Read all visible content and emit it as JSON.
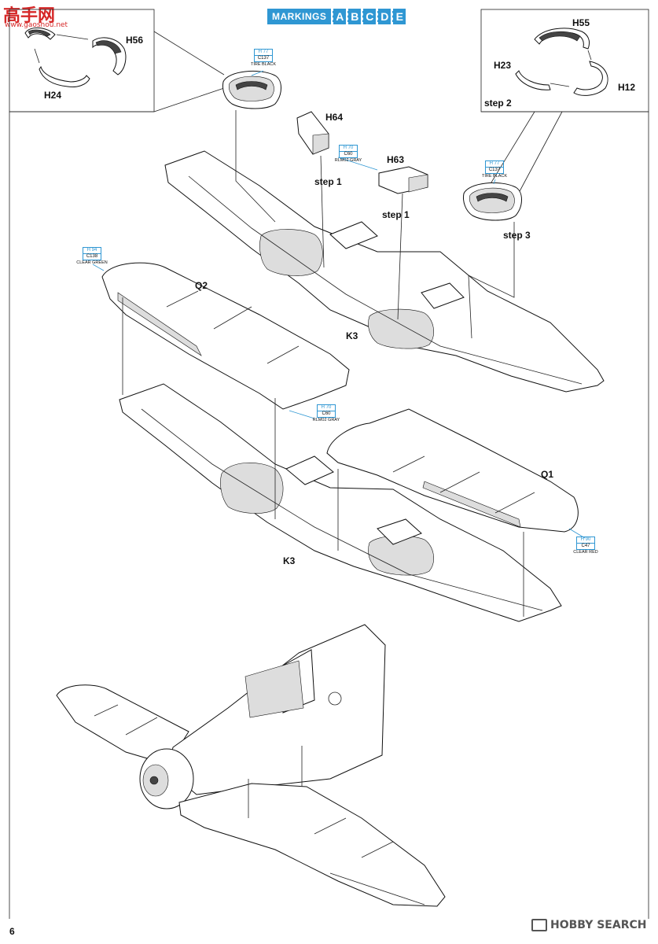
{
  "header": {
    "markings_label": "MARKINGS",
    "markings_letters": [
      "A",
      "B",
      "C",
      "D",
      "E"
    ]
  },
  "page_number": "6",
  "watermarks": {
    "top_cn": "高手网",
    "top_url": "www.gaoshou.net",
    "bottom": "HOBBY SEARCH"
  },
  "parts": {
    "h56": "H56",
    "h24": "H24",
    "h55": "H55",
    "h23": "H23",
    "h12": "H12",
    "h64": "H64",
    "h63": "H63",
    "q2": "Q2",
    "q1": "Q1",
    "k3_top": "K3",
    "k3_bottom": "K3"
  },
  "steps": {
    "step1_a": "step 1",
    "step1_b": "step 1",
    "step2": "step 2",
    "step3": "step 3"
  },
  "color_callouts": [
    {
      "h": "H 77",
      "c": "C137",
      "name": "TIRE BLACK"
    },
    {
      "h": "H 70",
      "c": "C60",
      "name": "RLM02 GRAY"
    },
    {
      "h": "H 77",
      "c": "C137",
      "name": "TIRE BLACK"
    },
    {
      "h": "H 94",
      "c": "C138",
      "name": "CLEAR GREEN"
    },
    {
      "h": "H 70",
      "c": "C60",
      "name": "RLM02 GRAY"
    },
    {
      "h": "H 90",
      "c": "C47",
      "name": "CLEAR RED"
    }
  ]
}
